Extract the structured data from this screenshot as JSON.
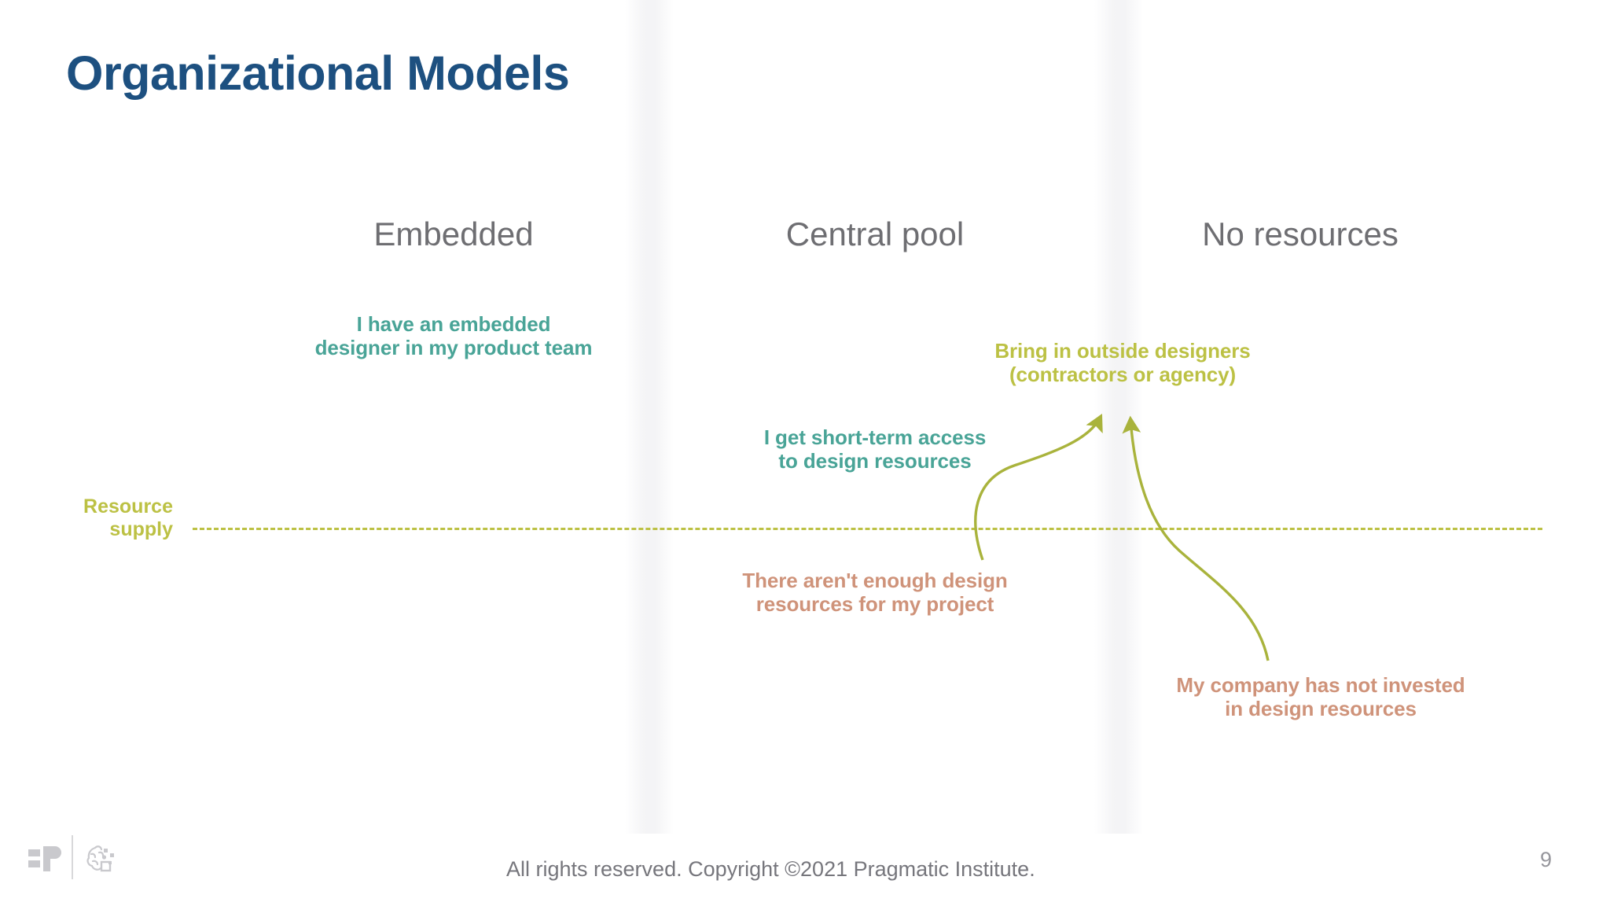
{
  "slide": {
    "title": "Organizational Models",
    "page_number": "9",
    "colors": {
      "title": "#1d5080",
      "header": "#6e6e72",
      "teal": "#49a497",
      "olive": "#bcc144",
      "clay": "#cf937a",
      "footer_text": "#76767c"
    }
  },
  "columns": [
    {
      "label": "Embedded"
    },
    {
      "label": "Central pool"
    },
    {
      "label": "No resources"
    }
  ],
  "axis": {
    "supply_label": "Resource\nsupply"
  },
  "callouts": [
    {
      "id": "embedded",
      "text": "I have an embedded\ndesigner in my product team",
      "tone": "teal",
      "column": "Embedded"
    },
    {
      "id": "short-term-access",
      "text": "I get short-term access\nto design resources",
      "tone": "teal",
      "column": "Central pool"
    },
    {
      "id": "outside-designers",
      "text": "Bring in outside designers\n(contractors or agency)",
      "tone": "olive",
      "column": "No resources"
    },
    {
      "id": "not-enough-resources",
      "text": "There aren't enough design\nresources for my project",
      "tone": "clay",
      "column": "Central pool"
    },
    {
      "id": "not-invested",
      "text": "My company has not invested\nin design resources",
      "tone": "clay",
      "column": "No resources"
    }
  ],
  "arrows": [
    {
      "id": "arrow-central-to-outside",
      "from": "not-enough-resources",
      "to": "outside-designers"
    },
    {
      "id": "arrow-noresources-to-outside",
      "from": "not-invested",
      "to": "outside-designers"
    }
  ],
  "footer": {
    "copyright": "All rights reserved. Copyright ©2021 Pragmatic Institute.",
    "logos": [
      {
        "name": "pragmatic-logo"
      },
      {
        "name": "pragmatic-institute-mark"
      }
    ]
  }
}
